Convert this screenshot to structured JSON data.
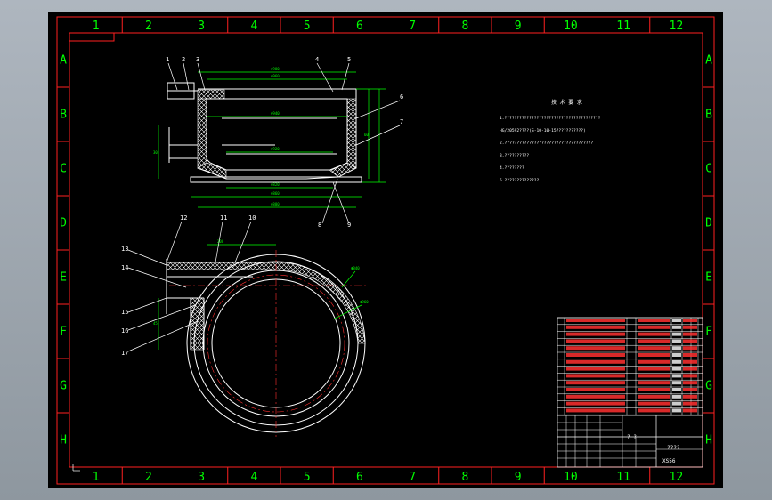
{
  "drawing": {
    "column_labels": [
      "1",
      "2",
      "3",
      "4",
      "5",
      "6",
      "7",
      "8",
      "9",
      "10",
      "11",
      "12"
    ],
    "row_labels": [
      "A",
      "B",
      "C",
      "D",
      "E",
      "F",
      "G",
      "H"
    ],
    "colors": {
      "background": "#000000",
      "frame": "#ff2020",
      "grid_labels": "#00ff00",
      "lines": "#ffffff",
      "dimensions": "#00ff00",
      "hatch": "#ffffff",
      "center_lines": "#ff3030"
    },
    "front_view_callouts": [
      "1",
      "2",
      "3",
      "4",
      "5",
      "6",
      "7",
      "8",
      "9"
    ],
    "plan_view_callouts": [
      "12",
      "11",
      "10",
      "13",
      "14",
      "15",
      "16",
      "17"
    ],
    "notes_title": "技 术 要 求",
    "notes": [
      "1.???????????????????????????????????????",
      "  HG/20592????(S-10-10-15???????????)",
      "2.????????????????????????????????????",
      "3.??????????",
      "4.????????",
      "5.??????????????"
    ],
    "title_block": {
      "name": "? ?",
      "code": "????",
      "scale": "XS56"
    }
  }
}
